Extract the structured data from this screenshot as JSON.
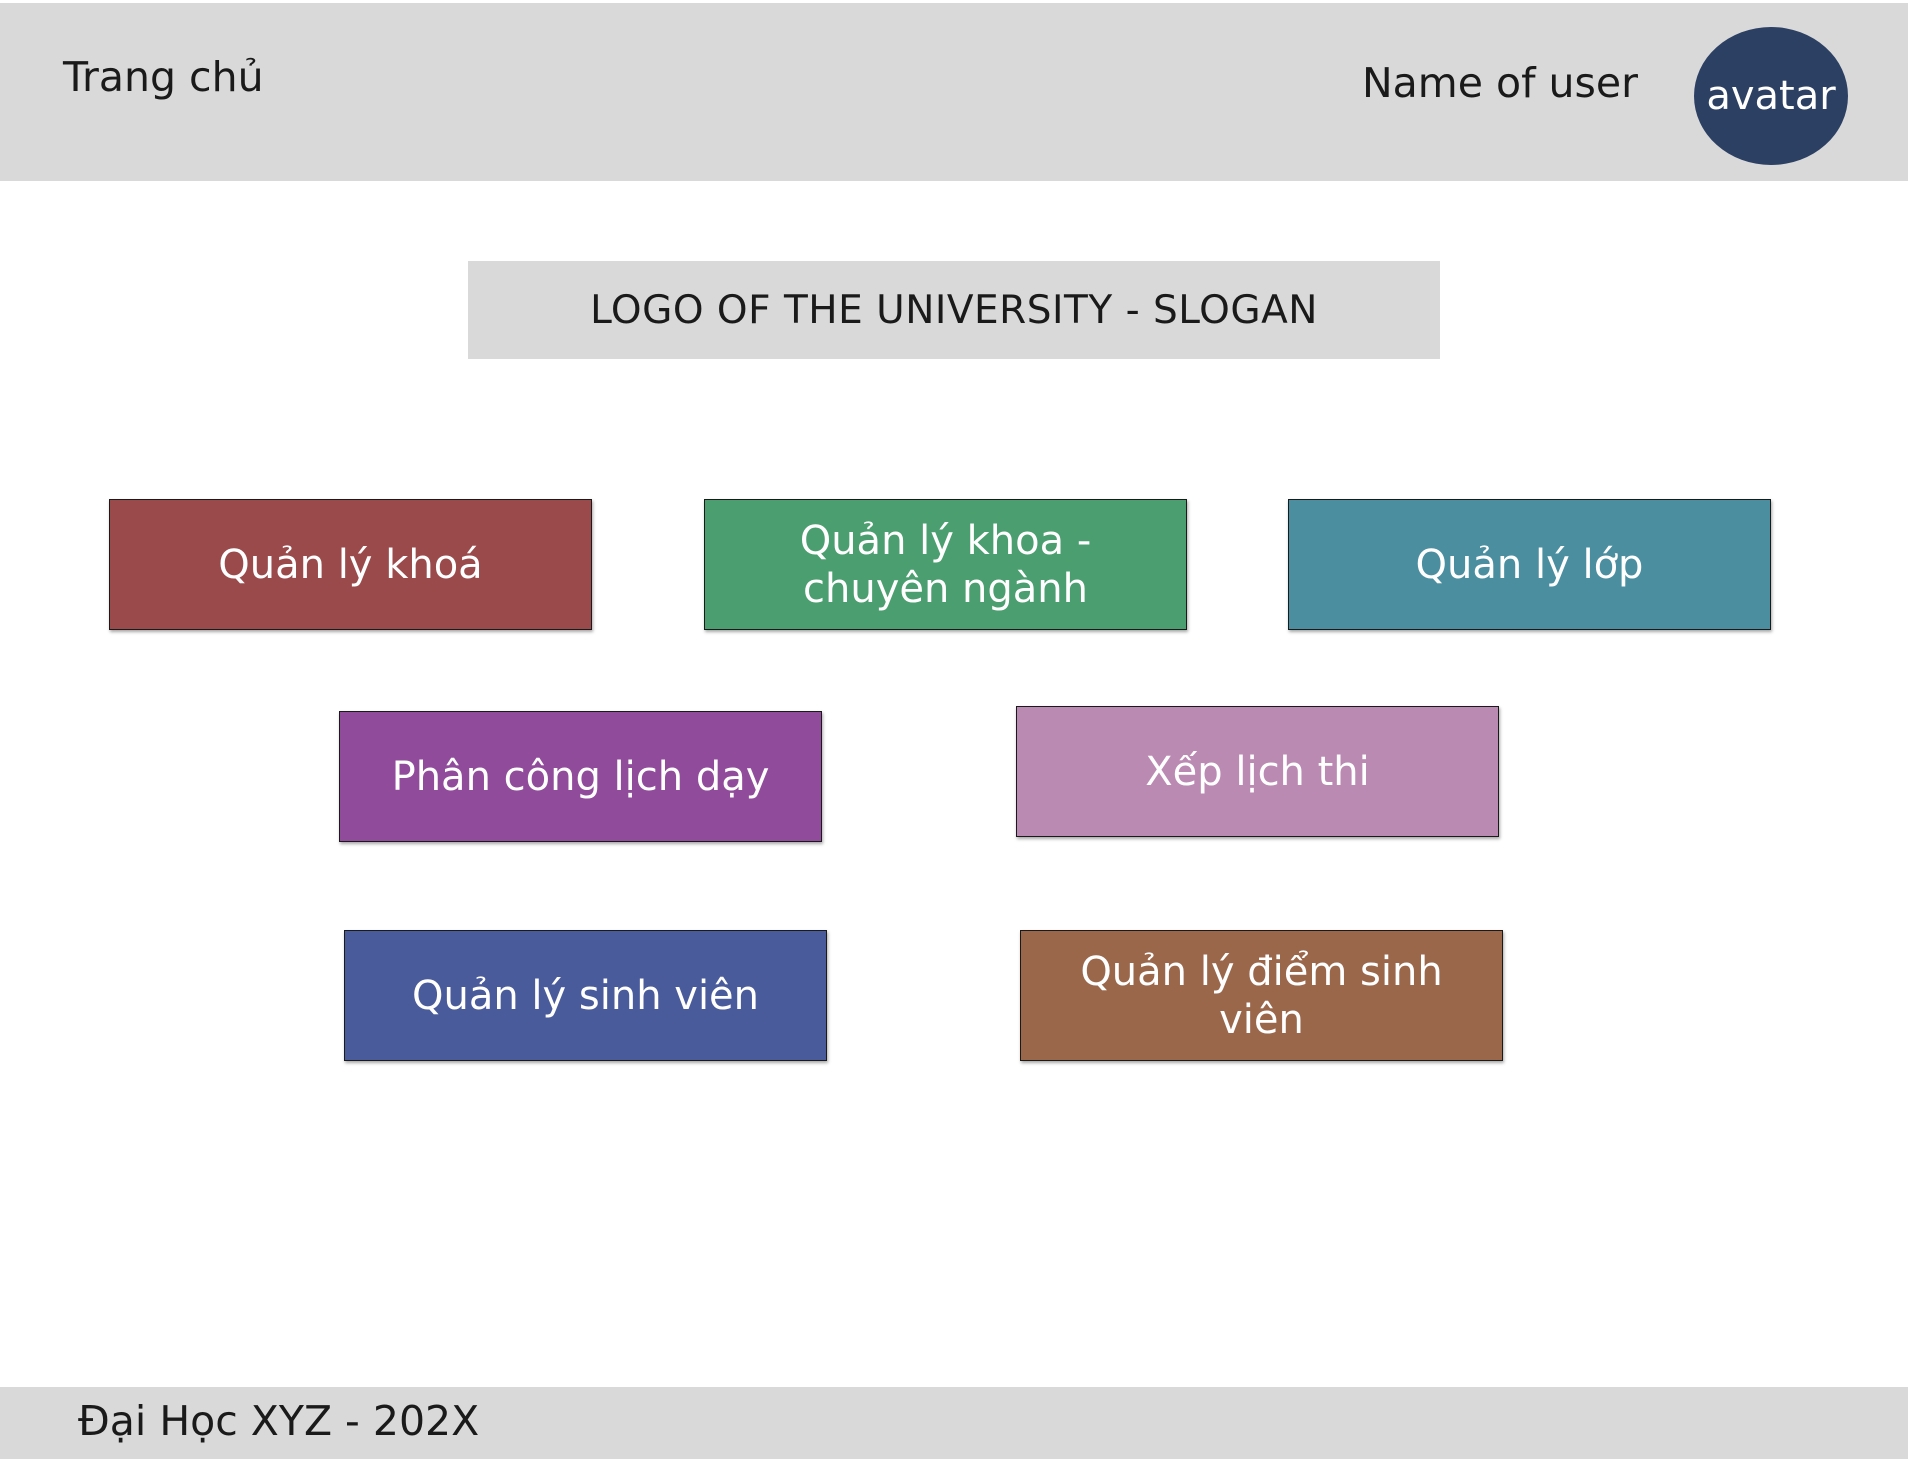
{
  "header": {
    "home_label": "Trang chủ",
    "user_name": "Name of user",
    "avatar_label": "avatar"
  },
  "banner": {
    "text": "LOGO OF THE UNIVERSITY - SLOGAN"
  },
  "tiles": [
    {
      "label": "Quản lý khoá",
      "color": "#9b4a4b"
    },
    {
      "label": "Quản lý khoa - chuyên ngành",
      "color": "#4b9e6f"
    },
    {
      "label": "Quản lý lớp",
      "color": "#4a8ea0"
    },
    {
      "label": "Phân công lịch dạy",
      "color": "#914b9b"
    },
    {
      "label": "Xếp lịch thi",
      "color": "#bb8ab3"
    },
    {
      "label": "Quản lý sinh viên",
      "color": "#4a5b9b"
    },
    {
      "label": "Quản lý điểm sinh viên",
      "color": "#9b674b"
    }
  ],
  "footer": {
    "text": "Đại Học XYZ - 202X"
  }
}
